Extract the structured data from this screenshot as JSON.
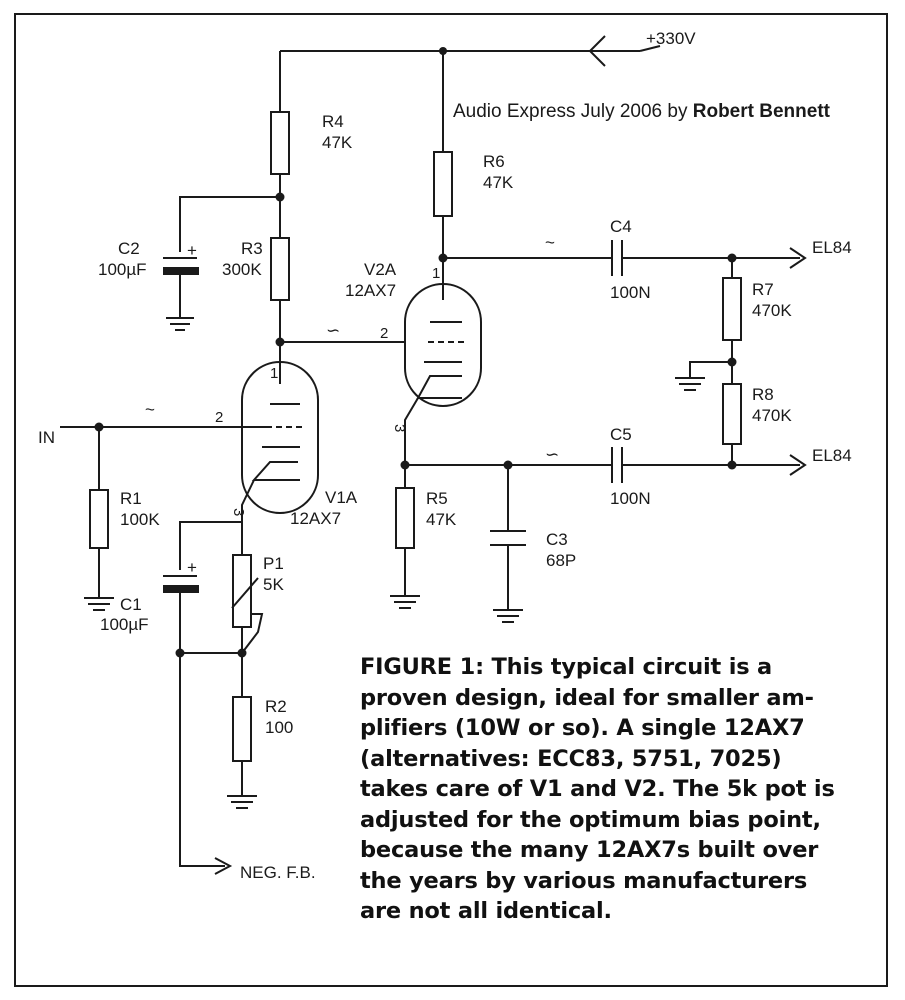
{
  "supply_label": "+330V",
  "credit": {
    "text": "Audio Express July 2006 by ",
    "author": "Robert Bennett"
  },
  "components": {
    "R1": {
      "name": "R1",
      "value": "100K"
    },
    "R2": {
      "name": "R2",
      "value": "100"
    },
    "R3": {
      "name": "R3",
      "value": "300K"
    },
    "R4": {
      "name": "R4",
      "value": "47K"
    },
    "R5": {
      "name": "R5",
      "value": "47K"
    },
    "R6": {
      "name": "R6",
      "value": "47K"
    },
    "R7": {
      "name": "R7",
      "value": "470K"
    },
    "R8": {
      "name": "R8",
      "value": "470K"
    },
    "P1": {
      "name": "P1",
      "value": "5K"
    },
    "C1": {
      "name": "C1",
      "value": "100µF"
    },
    "C2": {
      "name": "C2",
      "value": "100µF"
    },
    "C3": {
      "name": "C3",
      "value": "68P"
    },
    "C4": {
      "name": "C4",
      "value": "100N"
    },
    "C5": {
      "name": "C5",
      "value": "100N"
    },
    "V1A": {
      "name": "V1A",
      "value": "12AX7"
    },
    "V2A": {
      "name": "V2A",
      "value": "12AX7"
    }
  },
  "ports": {
    "input": "IN",
    "out_top": "EL84",
    "out_bottom": "EL84",
    "feedback": "NEG. F.B."
  },
  "pins": {
    "one": "1",
    "two": "2",
    "three": "3"
  },
  "polarity": "+",
  "signal_marks": {
    "tilde": "~",
    "s_curve": "∽"
  },
  "caption": [
    "FIGURE 1: This typical circuit is a",
    "proven design, ideal for smaller am-",
    "plifiers (10W or so). A single 12AX7",
    "(alternatives: ECC83, 5751, 7025)",
    "takes care of V1 and V2. The 5k pot is",
    "adjusted for the optimum bias point,",
    "because the many 12AX7s built over",
    "the years by various manufacturers",
    "are not all identical."
  ]
}
